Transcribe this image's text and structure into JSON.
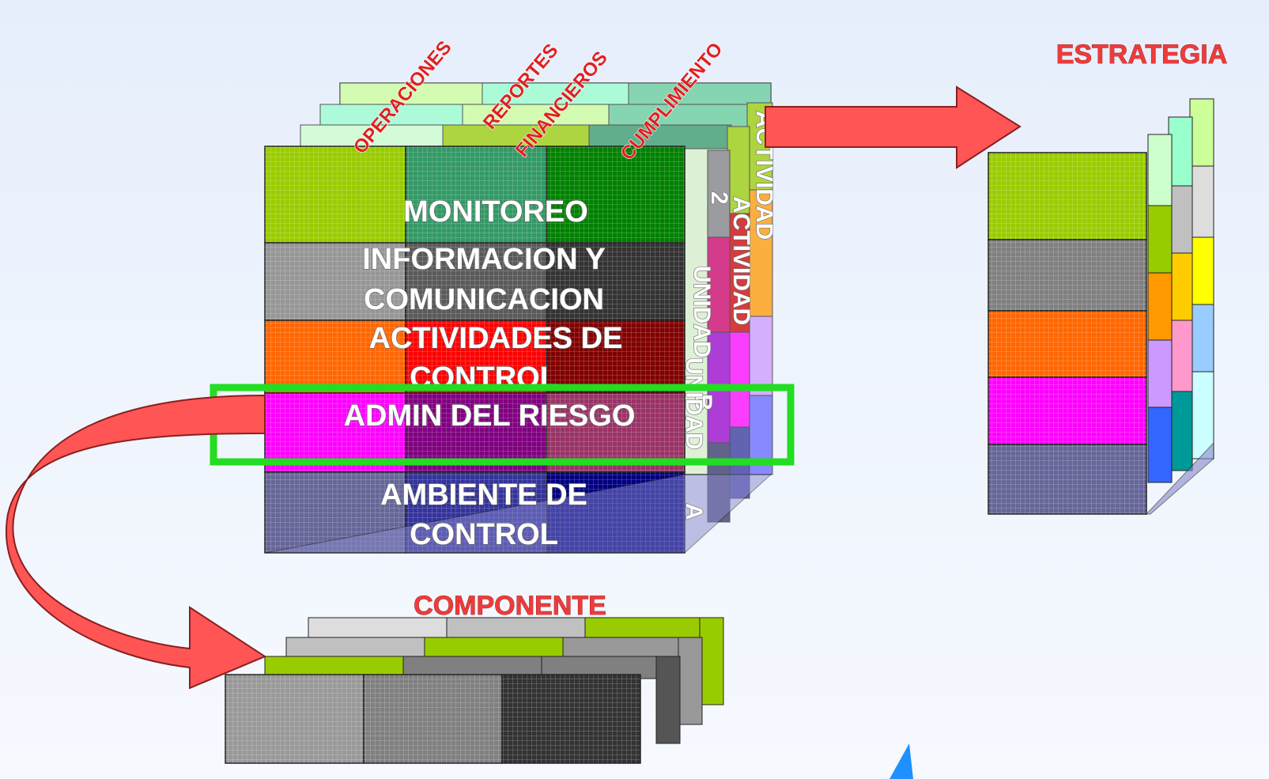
{
  "main_cube": {
    "top_labels": [
      "OPERACIONES",
      "REPORTES",
      "FINANCIEROS",
      "CUMPLIMIENTO"
    ],
    "side_labels": [
      "ACTIVIDAD",
      "ACTIVIDAD",
      "2",
      "UNIDAD",
      "B",
      "UNIDAD",
      "A"
    ],
    "row_labels": [
      {
        "line1": "MONITOREO",
        "line2": ""
      },
      {
        "line1": "INFORMACION Y",
        "line2": "COMUNICACION"
      },
      {
        "line1": "ACTIVIDADES DE",
        "line2": "CONTROL"
      },
      {
        "line1": "ADMIN DEL RIESGO",
        "line2": ""
      },
      {
        "line1": "AMBIENTE DE",
        "line2": "CONTROL"
      }
    ],
    "highlighted_row": "ADMIN DEL RIESGO"
  },
  "strategy": {
    "title": "ESTRATEGIA"
  },
  "component": {
    "title": "COMPONENTE"
  },
  "colors": {
    "monitoring": [
      "#99cc00",
      "#339966",
      "#008000"
    ],
    "information": [
      "#969696",
      "#808080",
      "#333333"
    ],
    "control_activities": [
      "#ff6600",
      "#ff0000",
      "#800000"
    ],
    "risk_admin": [
      "#ff00ff",
      "#800080",
      "#993366"
    ],
    "environment": [
      "#666699",
      "#333399",
      "#000080"
    ],
    "highlight": "#22dd22",
    "arrow": "#ff5555"
  }
}
